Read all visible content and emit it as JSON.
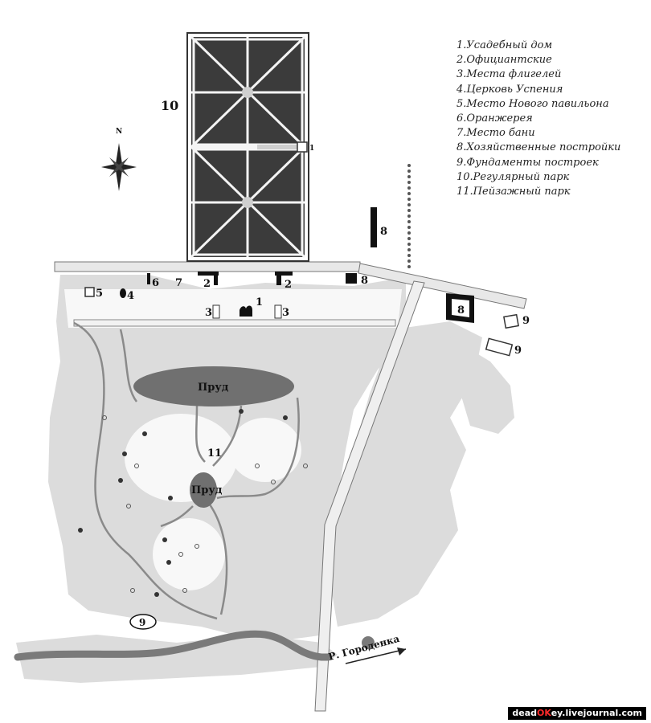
{
  "map": {
    "legend": [
      "1.Усадебный дом",
      "2.Официантские",
      "3.Места флигелей",
      "4.Церковь Успения",
      "5.Место Нового павильона",
      "6.Оранжерея",
      "7.Место бани",
      "8.Хозяйственные постройки",
      "9.Фундаменты построек",
      "10.Регулярный парк",
      "11.Пейзажный парк"
    ],
    "compass_label": "N",
    "labels": {
      "regular_park": "10",
      "landscape_park": "11",
      "pond_big": "Пруд",
      "pond_small": "Пруд",
      "river": "Р. Городенка",
      "house": "1",
      "service_left": "2",
      "service_right": "2",
      "wing_left": "3",
      "wing_right": "3",
      "church": "4",
      "pavilion": "5",
      "orangery": "6",
      "bath": "7",
      "farm_vertical": "8",
      "farm_small": "8",
      "farm_square": "8",
      "foundation_1": "9",
      "foundation_2": "9",
      "foundation_circled": "9",
      "regular_park_marker": "1"
    },
    "watermark": {
      "prefix": "dead",
      "accent": "OK",
      "suffix": "ey.livejournal.com"
    },
    "colors": {
      "park_fill": "#dcdcdc",
      "regular_park": "#3b3b3b",
      "pond": "#707070",
      "road": "#efefef",
      "outline": "#555555",
      "river": "#7a7a7a"
    }
  }
}
